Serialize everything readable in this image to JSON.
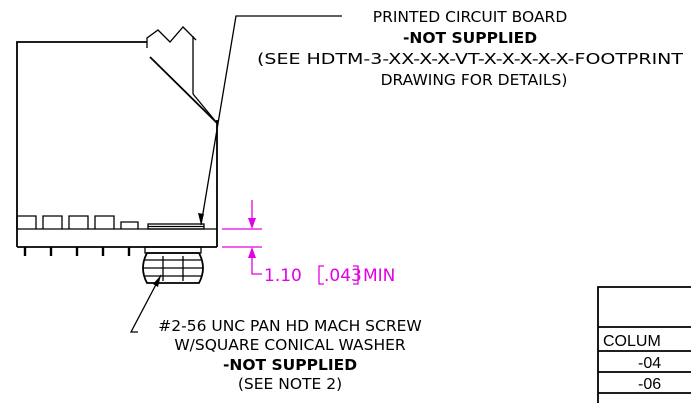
{
  "pcb_callout": {
    "line1": "PRINTED CIRCUIT BOARD",
    "line2": "-NOT SUPPLIED",
    "line3": "(SEE HDTM-3-XX-X-X-VT-X-X-X-X-X-FOOTPRINT",
    "line4": "DRAWING FOR DETAILS)"
  },
  "dimension": {
    "value": "1.10",
    "alt_value": ".043",
    "suffix": "MIN",
    "color": "#e400e4"
  },
  "screw_callout": {
    "line1": "#2-56 UNC PAN HD MACH SCREW",
    "line2": "W/SQUARE CONICAL WASHER",
    "line3": "-NOT SUPPLIED",
    "line4": "(SEE NOTE 2)"
  },
  "table": {
    "header": "COLUM",
    "rows": [
      "-04",
      "-06"
    ]
  }
}
